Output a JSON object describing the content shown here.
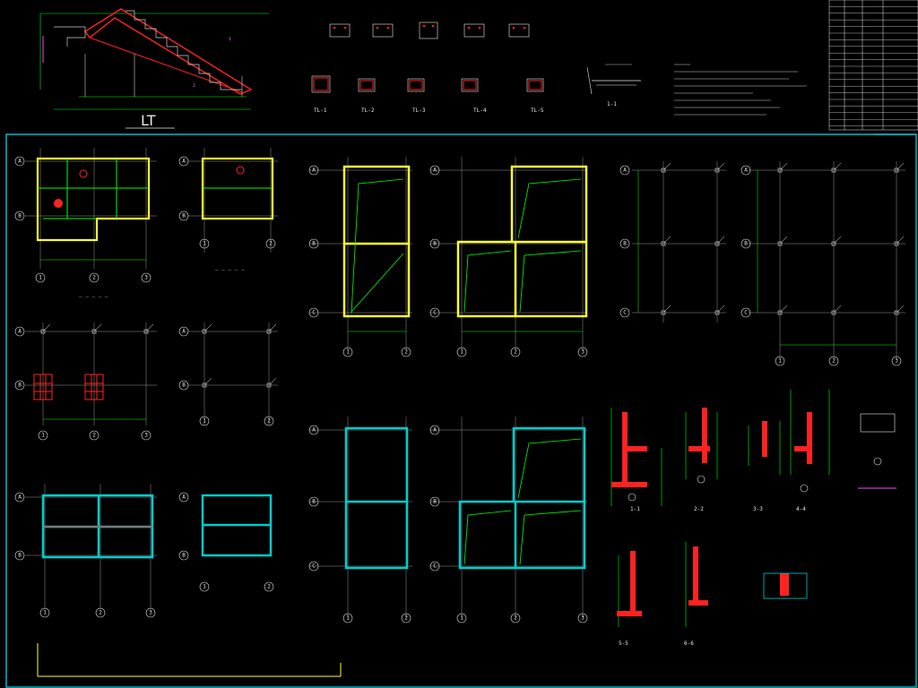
{
  "drawing": {
    "stair_title": "LT",
    "section_labels": [
      "1-1",
      "2-2",
      "3-3",
      "4-4",
      "5-5",
      "6-6"
    ],
    "beam_labels": [
      "TL-1",
      "TL-2",
      "TL-3",
      "TL-4",
      "TL-5"
    ],
    "axis_letters": [
      "A",
      "B",
      "C"
    ],
    "axis_numbers": [
      "1",
      "2",
      "3"
    ]
  },
  "colors": {
    "background": "#000000",
    "border": "#00e5ff",
    "grid": "#9a9a9a",
    "wall": "#00ff00",
    "beam_outline": "#ffff33",
    "rebar": "#ff2222",
    "annotation": "#ff44ff",
    "column": "#00cccc"
  },
  "icons": [
    "axis-bubble-icon",
    "column-icon",
    "section-cut-icon"
  ]
}
